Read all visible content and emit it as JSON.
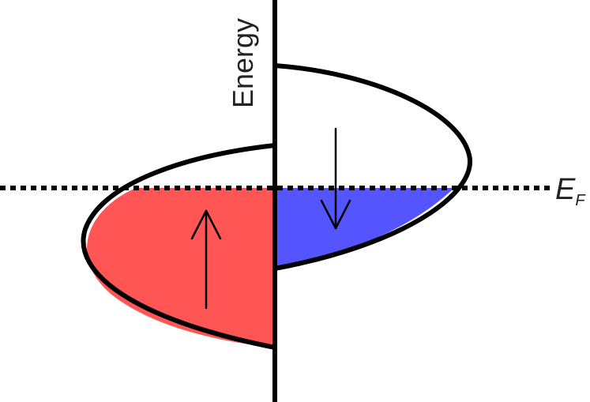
{
  "axis": {
    "label": "Energy"
  },
  "fermi_level": {
    "symbol": "E",
    "subscript": "F"
  },
  "bands": {
    "spin_up": {
      "arrow_direction": "up",
      "filled_color": "#ff5555"
    },
    "spin_down": {
      "arrow_direction": "down",
      "filled_color": "#5555ff"
    }
  },
  "colors": {
    "outline": "#000000",
    "text": "#222222",
    "background": "#ffffff"
  }
}
